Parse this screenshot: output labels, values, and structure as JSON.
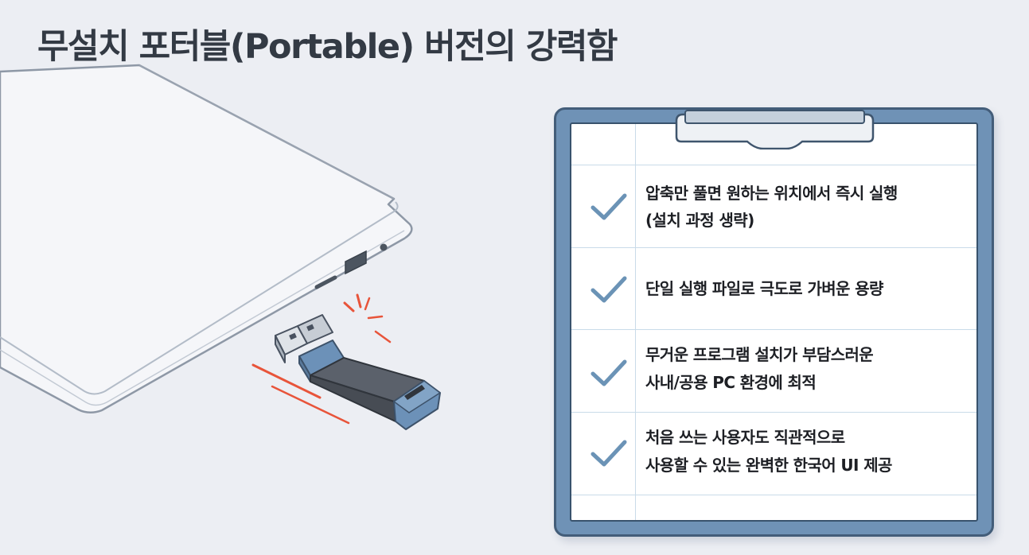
{
  "page": {
    "title": "무설치 포터블(Portable) 버전의 강력함"
  },
  "checklist": {
    "items": [
      {
        "lines": [
          "압축만 풀면 원하는 위치에서 즉시 실행",
          "(설치 과정 생략)"
        ]
      },
      {
        "lines": [
          "단일 실행 파일로 극도로 가벼운 용량"
        ]
      },
      {
        "lines": [
          "무거운 프로그램 설치가 부담스러운",
          "사내/공용 PC 환경에 최적"
        ]
      },
      {
        "lines": [
          "처음 쓰는 사용자도 직관적으로",
          "사용할 수 있는 완벽한 한국어 UI 제공"
        ]
      }
    ]
  },
  "icons": {
    "check": "check-icon",
    "laptop": "laptop-icon",
    "usb": "usb-drive-icon",
    "clipboard": "clipboard-clip-icon"
  },
  "colors": {
    "background": "#eceef3",
    "title": "#333a44",
    "clipboard_board": "#6f92b6",
    "clipboard_border": "#435d79",
    "check": "#6b93b6",
    "usb_body": "#4a4f57",
    "usb_accent": "#6c91b8",
    "motion_lines": "#e8543a"
  }
}
